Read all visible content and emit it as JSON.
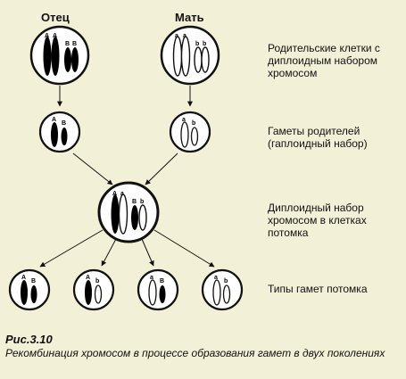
{
  "parents": {
    "father": "Отец",
    "mother": "Мать"
  },
  "stages": [
    {
      "label": "Родительские клетки с\nдиплоидным набором\nхромосом"
    },
    {
      "label": "Гаметы родителей\n(гаплоидный набор)"
    },
    {
      "label": "Диплоидный набор\nхромосом в клетках\nпотомка"
    },
    {
      "label": "Типы гамет потомка"
    }
  ],
  "alleles": {
    "father_cell": [
      "A",
      "A",
      "B",
      "B"
    ],
    "mother_cell": [
      "a",
      "a",
      "b",
      "b"
    ],
    "father_gamete": [
      "A",
      "B"
    ],
    "mother_gamete": [
      "a",
      "b"
    ],
    "offspring_cell": [
      "A",
      "a",
      "B",
      "b"
    ],
    "offspring_gametes": [
      [
        "A",
        "B"
      ],
      [
        "A",
        "b"
      ],
      [
        "a",
        "B"
      ],
      [
        "a",
        "b"
      ]
    ]
  },
  "caption": {
    "figure": "Рис.3.10",
    "text": "Рекомбинация хромосом в процессе образования гамет в двух поколениях"
  },
  "colors": {
    "background": "#f2f0d6",
    "ink": "#111111",
    "cell_fill": "#ffffff",
    "chromosome_dark": "#000000"
  }
}
